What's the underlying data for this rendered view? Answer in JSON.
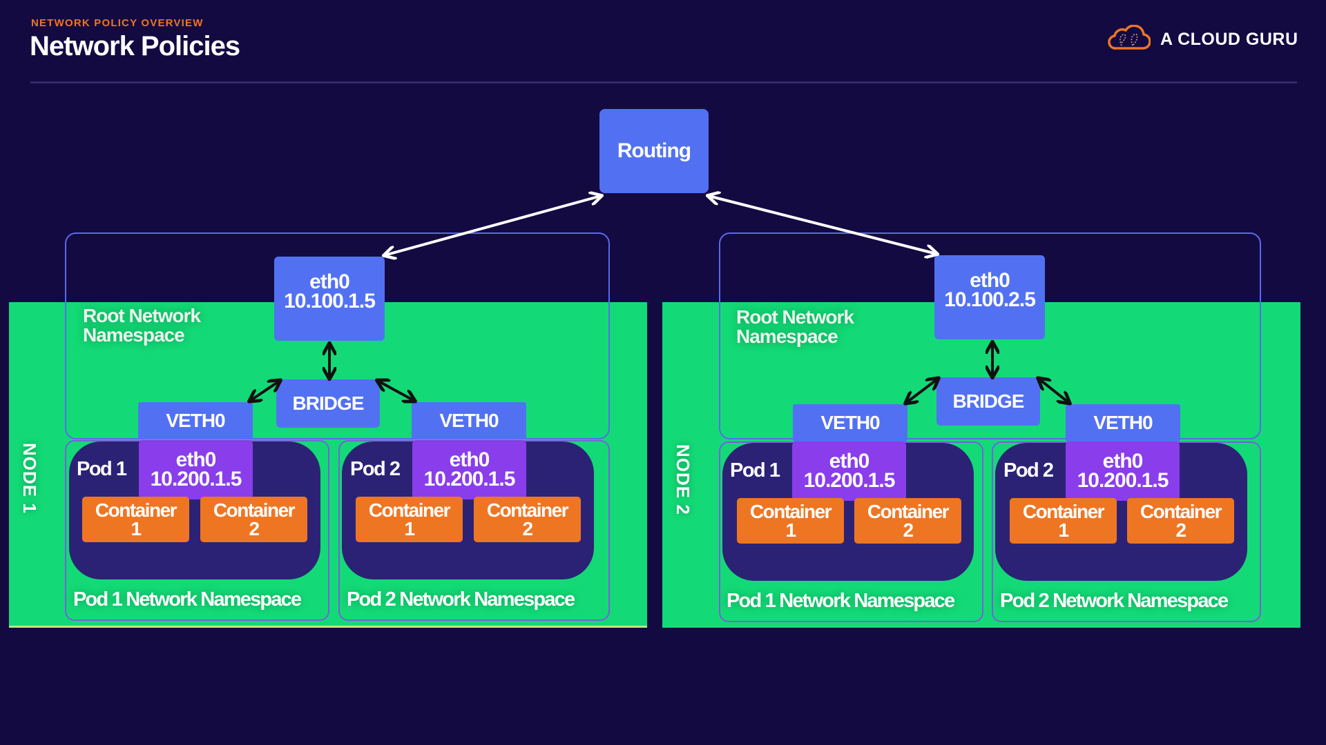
{
  "header": {
    "eyebrow": "NETWORK POLICY OVERVIEW",
    "title": "Network Policies",
    "brand": "A CLOUD GURU",
    "brand_icon": "cloud-logo-icon"
  },
  "colors": {
    "background": "#140a42",
    "accent": "#ee7623",
    "node": "#13da77",
    "interface": "#5271f2",
    "pod": "#2c2275",
    "pod_interface": "#8a3deb",
    "container": "#ee7623"
  },
  "routing": {
    "label": "Routing"
  },
  "nodes": [
    {
      "label": "NODE 1",
      "root_namespace": "Root Network Namespace",
      "eth0": {
        "name": "eth0",
        "ip": "10.100.1.5"
      },
      "bridge": "BRIDGE",
      "pods": [
        {
          "veth": "VETH0",
          "label": "Pod 1",
          "eth0": {
            "name": "eth0",
            "ip": "10.200.1.5"
          },
          "containers": [
            {
              "name": "Container",
              "num": "1"
            },
            {
              "name": "Container",
              "num": "2"
            }
          ],
          "namespace": "Pod 1 Network Namespace"
        },
        {
          "veth": "VETH0",
          "label": "Pod 2",
          "eth0": {
            "name": "eth0",
            "ip": "10.200.1.5"
          },
          "containers": [
            {
              "name": "Container",
              "num": "1"
            },
            {
              "name": "Container",
              "num": "2"
            }
          ],
          "namespace": "Pod 2 Network Namespace"
        }
      ]
    },
    {
      "label": "NODE 2",
      "root_namespace": "Root Network Namespace",
      "eth0": {
        "name": "eth0",
        "ip": "10.100.2.5"
      },
      "bridge": "BRIDGE",
      "pods": [
        {
          "veth": "VETH0",
          "label": "Pod 1",
          "eth0": {
            "name": "eth0",
            "ip": "10.200.1.5"
          },
          "containers": [
            {
              "name": "Container",
              "num": "1"
            },
            {
              "name": "Container",
              "num": "2"
            }
          ],
          "namespace": "Pod 1 Network Namespace"
        },
        {
          "veth": "VETH0",
          "label": "Pod 2",
          "eth0": {
            "name": "eth0",
            "ip": "10.200.1.5"
          },
          "containers": [
            {
              "name": "Container",
              "num": "1"
            },
            {
              "name": "Container",
              "num": "2"
            }
          ],
          "namespace": "Pod 2 Network Namespace"
        }
      ]
    }
  ]
}
